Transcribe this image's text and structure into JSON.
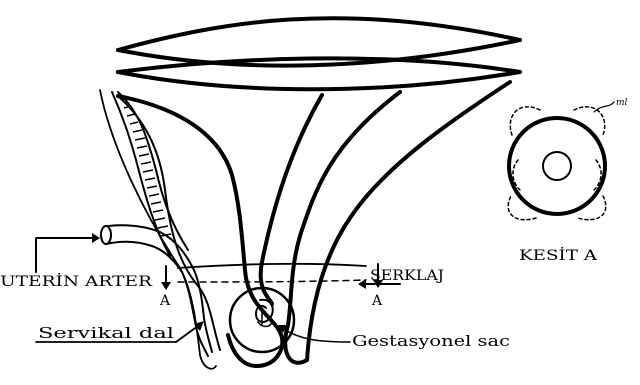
{
  "labels": {
    "uterine_artery": "UTERİN ARTER",
    "cerclage": "SERKLAJ",
    "section_left": "A",
    "section_right": "A",
    "cervical_branch": "Servikal dal",
    "gestational_sac": "Gestasyonel sac",
    "section_title": "KESİT A",
    "small_annotation": "ml"
  },
  "colors": {
    "ink": "#000000",
    "background": "#ffffff"
  }
}
